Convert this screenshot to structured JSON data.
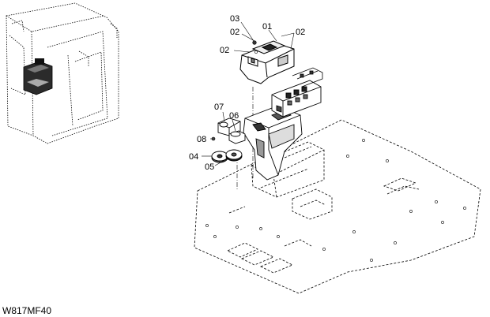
{
  "diagram": {
    "reference_code": "W817MF40",
    "callouts": [
      {
        "id": "01",
        "label": "01"
      },
      {
        "id": "02a",
        "label": "02"
      },
      {
        "id": "02b",
        "label": "02"
      },
      {
        "id": "02c",
        "label": "02"
      },
      {
        "id": "03",
        "label": "03"
      },
      {
        "id": "04",
        "label": "04"
      },
      {
        "id": "05",
        "label": "05"
      },
      {
        "id": "06",
        "label": "06"
      },
      {
        "id": "07",
        "label": "07"
      },
      {
        "id": "08",
        "label": "08"
      }
    ],
    "colors": {
      "line": "#000000",
      "background": "#ffffff"
    }
  }
}
